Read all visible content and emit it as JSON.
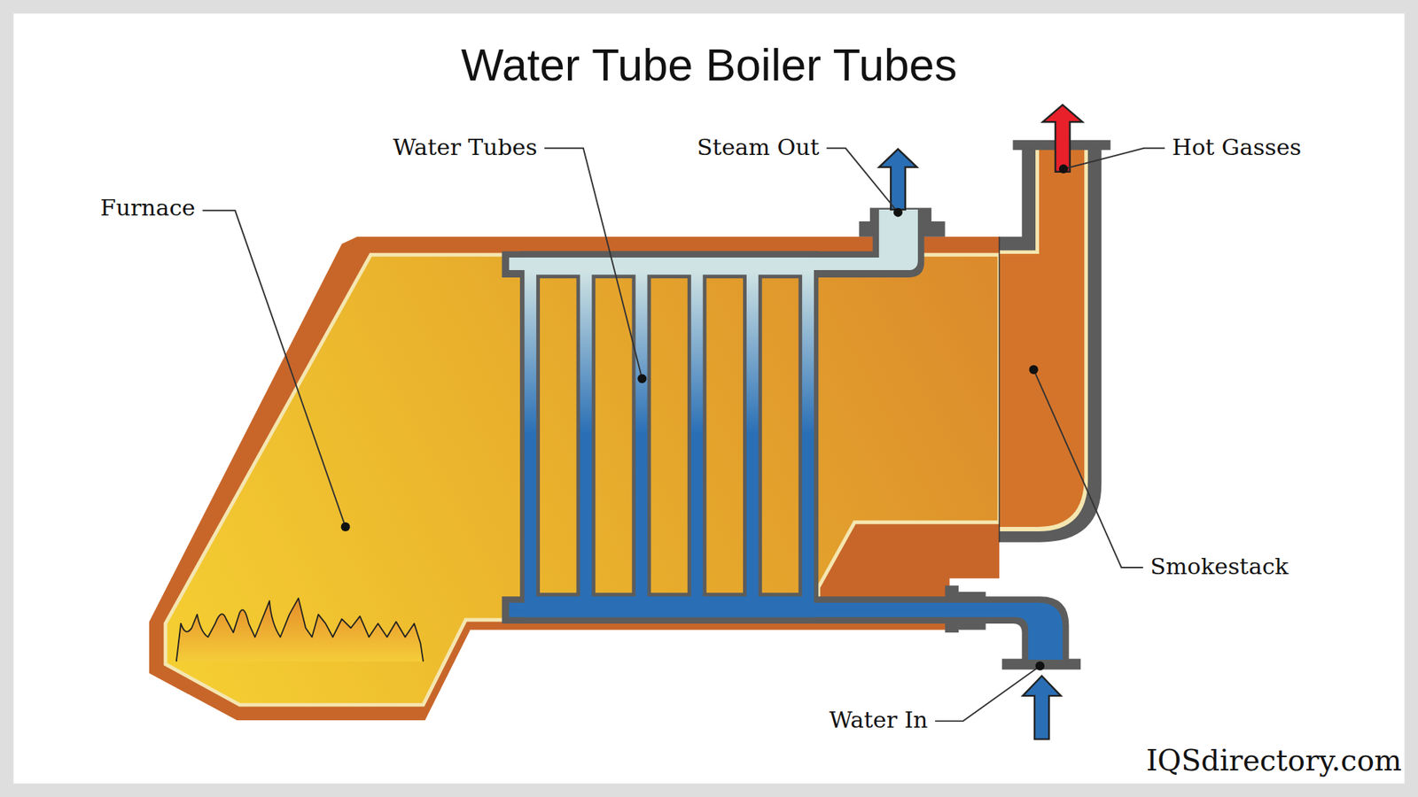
{
  "diagram": {
    "title": "Water Tube Boiler Tubes",
    "labels": [
      "Furnace",
      "Water Tubes",
      "Steam Out",
      "Hot Gasses",
      "Smokestack",
      "Water In",
      "IQSdirectory.com"
    ]
  }
}
